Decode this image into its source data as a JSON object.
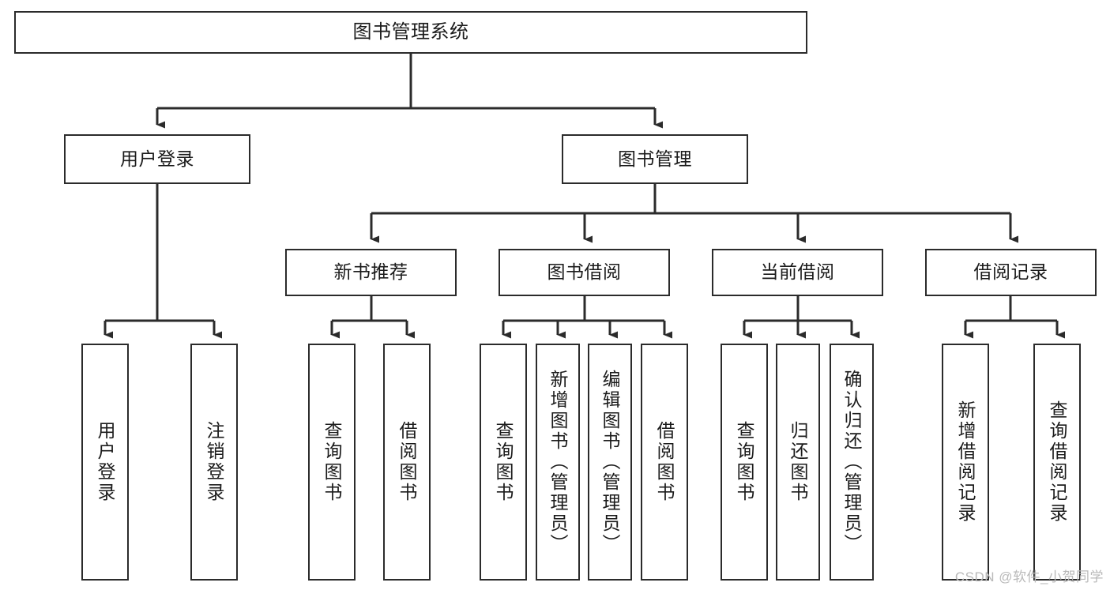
{
  "diagram": {
    "title": "图书管理系统",
    "watermark": "CSDN @软件_小贺同学",
    "line_color": "#2b2b2b",
    "box_fill": "#ffffff",
    "text_color": "#1b1b1b",
    "watermark_color": "#b9b9b9",
    "root": {
      "label": "图书管理系统"
    },
    "level2": [
      {
        "label": "用户登录"
      },
      {
        "label": "图书管理"
      }
    ],
    "level3": [
      {
        "label": "新书推荐"
      },
      {
        "label": "图书借阅"
      },
      {
        "label": "当前借阅"
      },
      {
        "label": "借阅记录"
      }
    ],
    "leaves": {
      "user_login": [
        {
          "label": "用户登录"
        },
        {
          "label": "注销登录"
        }
      ],
      "new_book_recommend": [
        {
          "label": "查询图书"
        },
        {
          "label": "借阅图书"
        }
      ],
      "book_borrow": [
        {
          "label": "查询图书"
        },
        {
          "label": "新增图书（管理员）"
        },
        {
          "label": "编辑图书（管理员）"
        },
        {
          "label": "借阅图书"
        }
      ],
      "current_borrow": [
        {
          "label": "查询图书"
        },
        {
          "label": "归还图书"
        },
        {
          "label": "确认归还（管理员）"
        }
      ],
      "borrow_record": [
        {
          "label": "新增借阅记录"
        },
        {
          "label": "查询借阅记录"
        }
      ]
    }
  }
}
